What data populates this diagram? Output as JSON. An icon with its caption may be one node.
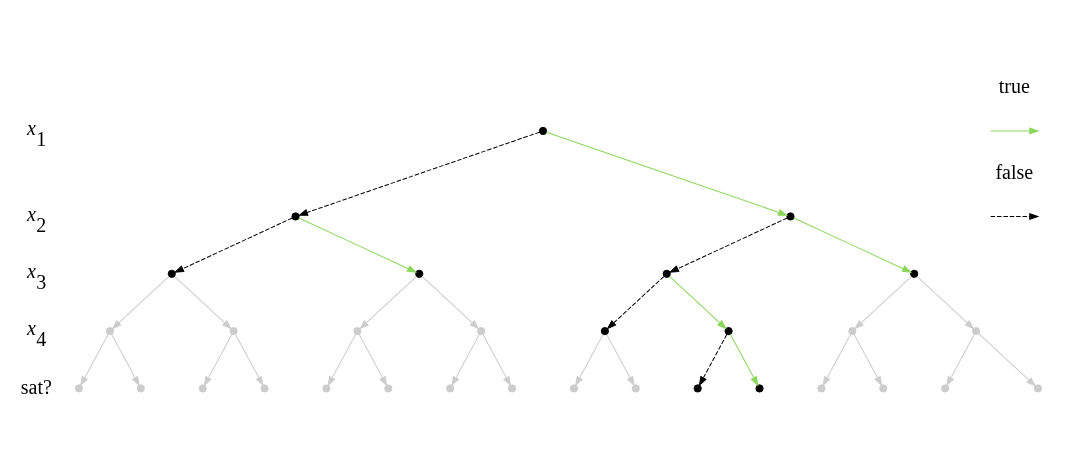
{
  "diagram": {
    "nodes": [
      {
        "text": [],
        "shape": "circle"
      },
      {
        "text": [],
        "shape": "circle"
      },
      {
        "text": [],
        "shape": "circle"
      },
      {
        "text": [],
        "shape": "circle"
      },
      {
        "text": [],
        "shape": "circle"
      },
      {
        "text": [],
        "shape": "circle"
      },
      {
        "text": [],
        "shape": "circle"
      },
      {
        "text": [],
        "shape": "circle"
      },
      {
        "text": [],
        "shape": "circle"
      },
      {
        "text": [],
        "shape": "circle"
      },
      {
        "text": [],
        "shape": "circle"
      },
      {
        "text": [],
        "shape": "circle"
      },
      {
        "text": [],
        "shape": "circle"
      },
      {
        "text": [],
        "shape": "circle"
      },
      {
        "text": [],
        "shape": "circle"
      },
      {
        "text": [],
        "shape": "circle"
      },
      {
        "text": [],
        "shape": "circle"
      },
      {
        "text": [],
        "shape": "circle"
      },
      {
        "text": [],
        "shape": "circle"
      },
      {
        "text": [],
        "shape": "circle"
      },
      {
        "text": [],
        "shape": "circle"
      },
      {
        "text": [],
        "shape": "circle"
      },
      {
        "text": [],
        "shape": "circle"
      },
      {
        "text": [],
        "shape": "circle"
      },
      {
        "text": [],
        "shape": "circle"
      },
      {
        "text": [],
        "shape": "circle"
      },
      {
        "text": [],
        "shape": "circle"
      },
      {
        "text": [],
        "shape": "circle"
      },
      {
        "text": [],
        "shape": "circle"
      },
      {
        "text": [],
        "shape": "circle"
      },
      {
        "text": [],
        "shape": "circle"
      }
    ],
    "edges": [
      {
        "from": 0,
        "to": 1,
        "arrow": "to",
        "style": "dashed",
        "color": "#000000"
      },
      {
        "from": 0,
        "to": 2,
        "arrow": "to",
        "color": "#8ad65c"
      },
      {
        "from": 1,
        "to": 3,
        "arrow": "to",
        "style": "dashed",
        "color": "#000000"
      },
      {
        "from": 1,
        "to": 4,
        "arrow": "to",
        "color": "#8ad65c"
      },
      {
        "from": 2,
        "to": 5,
        "arrow": "to",
        "style": "dashed",
        "color": "#000000"
      },
      {
        "from": 2,
        "to": 6,
        "arrow": "to",
        "color": "#8ad65c"
      },
      {
        "from": 3,
        "to": 7,
        "arrow": "to"
      },
      {
        "from": 3,
        "to": 8,
        "arrow": "to"
      },
      {
        "from": 4,
        "to": 9,
        "arrow": "to"
      },
      {
        "from": 4,
        "to": 10,
        "arrow": "to"
      },
      {
        "from": 5,
        "to": 11,
        "arrow": "to",
        "style": "dashed",
        "color": "#000000"
      },
      {
        "from": 5,
        "to": 12,
        "arrow": "to",
        "color": "#8ad65c"
      },
      {
        "from": 6,
        "to": 13,
        "arrow": "to"
      },
      {
        "from": 6,
        "to": 14,
        "arrow": "to"
      },
      {
        "from": 7,
        "to": 15,
        "arrow": "to"
      },
      {
        "from": 7,
        "to": 16,
        "arrow": "to"
      },
      {
        "from": 8,
        "to": 17,
        "arrow": "to"
      },
      {
        "from": 8,
        "to": 18,
        "arrow": "to"
      },
      {
        "from": 9,
        "to": 19,
        "arrow": "to"
      },
      {
        "from": 9,
        "to": 20,
        "arrow": "to"
      },
      {
        "from": 10,
        "to": 21,
        "arrow": "to"
      },
      {
        "from": 10,
        "to": 22,
        "arrow": "to"
      },
      {
        "from": 11,
        "to": 23,
        "arrow": "to"
      },
      {
        "from": 11,
        "to": 24,
        "arrow": "to"
      },
      {
        "from": 12,
        "to": 25,
        "arrow": "to",
        "style": "dashed",
        "color": "#000000"
      },
      {
        "from": 12,
        "to": 26,
        "arrow": "to",
        "color": "#8ad65c"
      },
      {
        "from": 13,
        "to": 27,
        "arrow": "to"
      },
      {
        "from": 13,
        "to": 28,
        "arrow": "to"
      },
      {
        "from": 14,
        "to": 29,
        "arrow": "to"
      },
      {
        "from": 14,
        "to": 30,
        "arrow": "to"
      }
    ],
    "labels": [
      "*x*$_{1}$",
      "*x*$_{2}$",
      "*x*$_{3}$",
      "*x*$_{4}$",
      "sat?"
    ],
    "legend": [
      {
        "text": "true"
      },
      {
        "text": "false"
      }
    ]
  }
}
